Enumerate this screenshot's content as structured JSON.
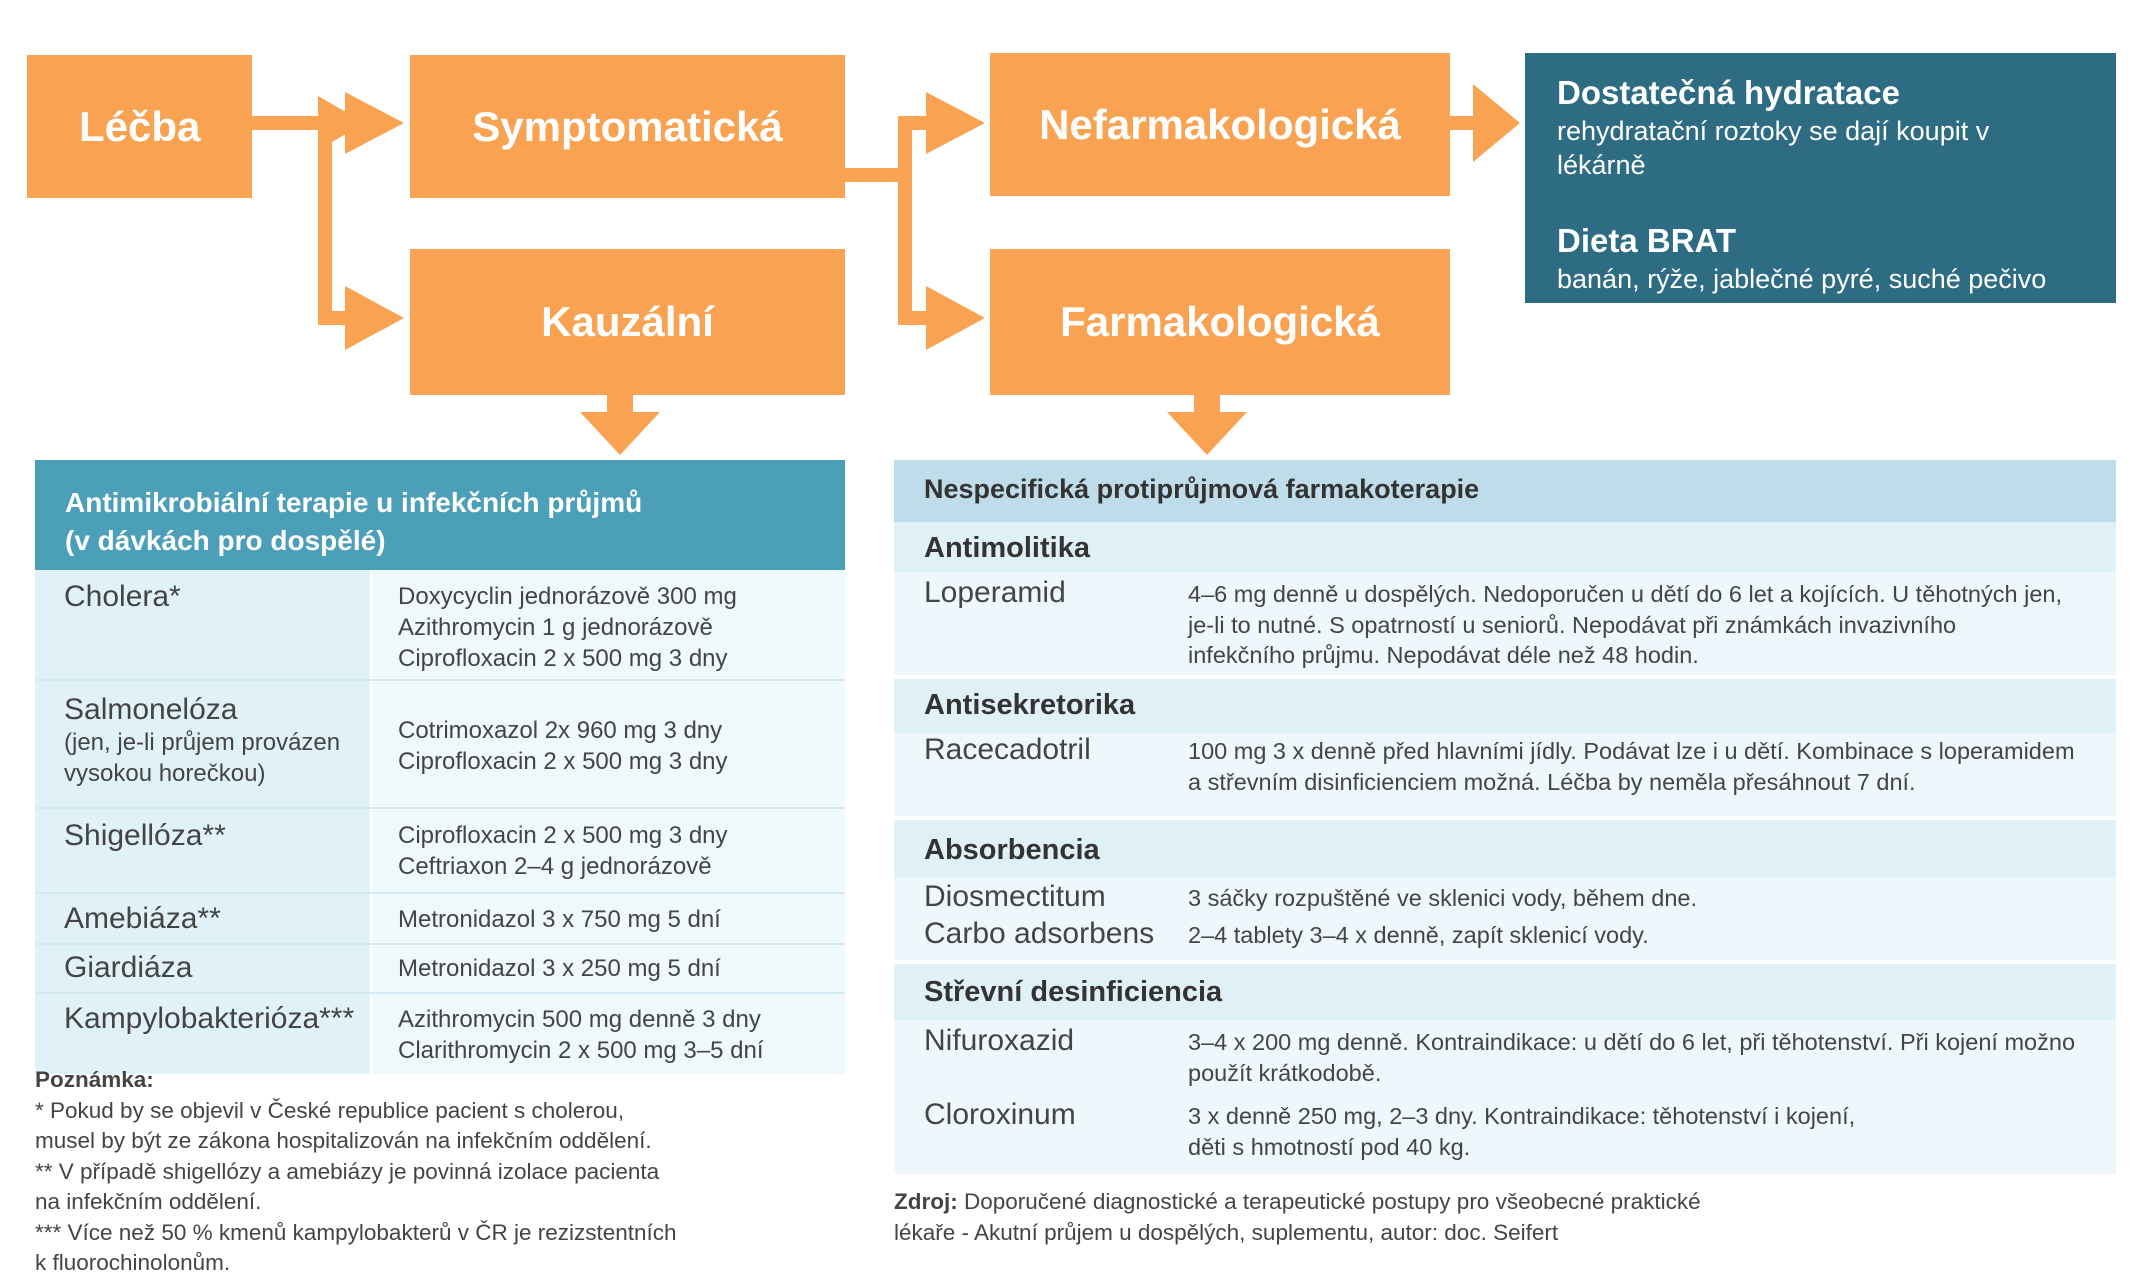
{
  "flow": {
    "lecba": "Léčba",
    "symptomaticka": "Symptomatická",
    "kauzalni": "Kauzální",
    "nefarmakologicka": "Nefarmakologická",
    "farmakologicka": "Farmakologická"
  },
  "hydration": {
    "item1_title": "Dostatečná hydratace",
    "item1_text": "rehydratační roztoky se dají koupit v lékárně",
    "item2_title": "Dieta BRAT",
    "item2_text": "banán, rýže, jablečné pyré, suché pečivo"
  },
  "antimicrobial": {
    "title_line1": "Antimikrobiální terapie u infekčních průjmů",
    "title_line2": "(v dávkách pro dospělé)",
    "rows": [
      {
        "name": "Cholera*",
        "sub": "",
        "drugs": [
          "Doxycyclin jednorázově 300 mg",
          "Azithromycin 1 g jednorázově",
          "Ciprofloxacin 2 x 500 mg 3 dny"
        ]
      },
      {
        "name": "Salmonelóza",
        "sub": "(jen, je-li průjem provázen vysokou horečkou)",
        "drugs": [
          "Cotrimoxazol 2x 960 mg 3 dny",
          "Ciprofloxacin 2 x 500 mg 3 dny"
        ]
      },
      {
        "name": "Shigellóza**",
        "sub": "",
        "drugs": [
          "Ciprofloxacin 2 x 500 mg 3 dny",
          "Ceftriaxon 2–4 g jednorázově"
        ]
      },
      {
        "name": "Amebiáza**",
        "sub": "",
        "drugs": [
          "Metronidazol 3 x 750 mg 5 dní"
        ]
      },
      {
        "name": "Giardiáza",
        "sub": "",
        "drugs": [
          "Metronidazol 3 x 250 mg 5 dní"
        ]
      },
      {
        "name": "Kampylobakterióza***",
        "sub": "",
        "drugs": [
          "Azithromycin 500 mg denně 3 dny",
          "Clarithromycin 2 x 500 mg 3–5 dní"
        ]
      }
    ]
  },
  "note": {
    "title": "Poznámka:",
    "lines": [
      "* Pokud by se objevil v České republice pacient s cholerou,",
      "musel by být ze zákona hospitalizován na infekčním oddělení.",
      "** V případě shigellózy a amebiázy je povinná izolace pacienta",
      "na infekčním oddělení.",
      "*** Více než 50 % kmenů kampylobakterů v ČR je rezizstentních",
      "k fluorochinolonům."
    ]
  },
  "nonspecific": {
    "title": "Nespecifická protiprůjmová farmakoterapie",
    "sections": [
      {
        "category": "Antimolitika",
        "items": [
          {
            "name": "Loperamid",
            "desc": [
              "4–6 mg denně u dospělých. Nedoporučen u dětí do 6 let a kojících. U těhotných jen,",
              "je-li to nutné. S opatrností u seniorů. Nepodávat při známkách invazivního",
              "infekčního průjmu. Nepodávat déle než 48 hodin."
            ]
          }
        ]
      },
      {
        "category": "Antisekretorika",
        "items": [
          {
            "name": "Racecadotril",
            "desc": [
              "100 mg 3 x denně před hlavními jídly. Podávat lze i u dětí. Kombinace s loperamidem",
              "a střevním disinficienciem možná. Léčba by neměla přesáhnout 7 dní."
            ]
          }
        ]
      },
      {
        "category": "Absorbencia",
        "items": [
          {
            "name": "Diosmectitum",
            "desc": [
              "3 sáčky rozpuštěné ve sklenici vody, během dne."
            ]
          },
          {
            "name": "Carbo adsorbens",
            "desc": [
              "2–4 tablety 3–4 x denně, zapít sklenicí vody."
            ]
          }
        ]
      },
      {
        "category": "Střevní desinficiencia",
        "items": [
          {
            "name": "Nifuroxazid",
            "desc": [
              "3–4 x 200 mg denně. Kontraindikace: u dětí do 6 let, při těhotenství. Při kojení možno",
              "použít krátkodobě."
            ]
          },
          {
            "name": "Cloroxinum",
            "desc": [
              "3 x denně 250 mg, 2–3 dny. Kontraindikace: těhotenství i kojení,",
              "děti s hmotností pod 40 kg."
            ]
          }
        ]
      }
    ]
  },
  "source": {
    "label": "Zdroj:",
    "line1": " Doporučené diagnostické a terapeutické postupy pro všeobecné praktické",
    "line2": "lékaře - Akutní průjem u dospělých, suplementu, autor: doc. Seifert"
  },
  "colors": {
    "orange": "#F9A252",
    "teal": "#2D6C82",
    "table_header": "#4C9FB8",
    "light_blue": "#E0F2F8"
  }
}
